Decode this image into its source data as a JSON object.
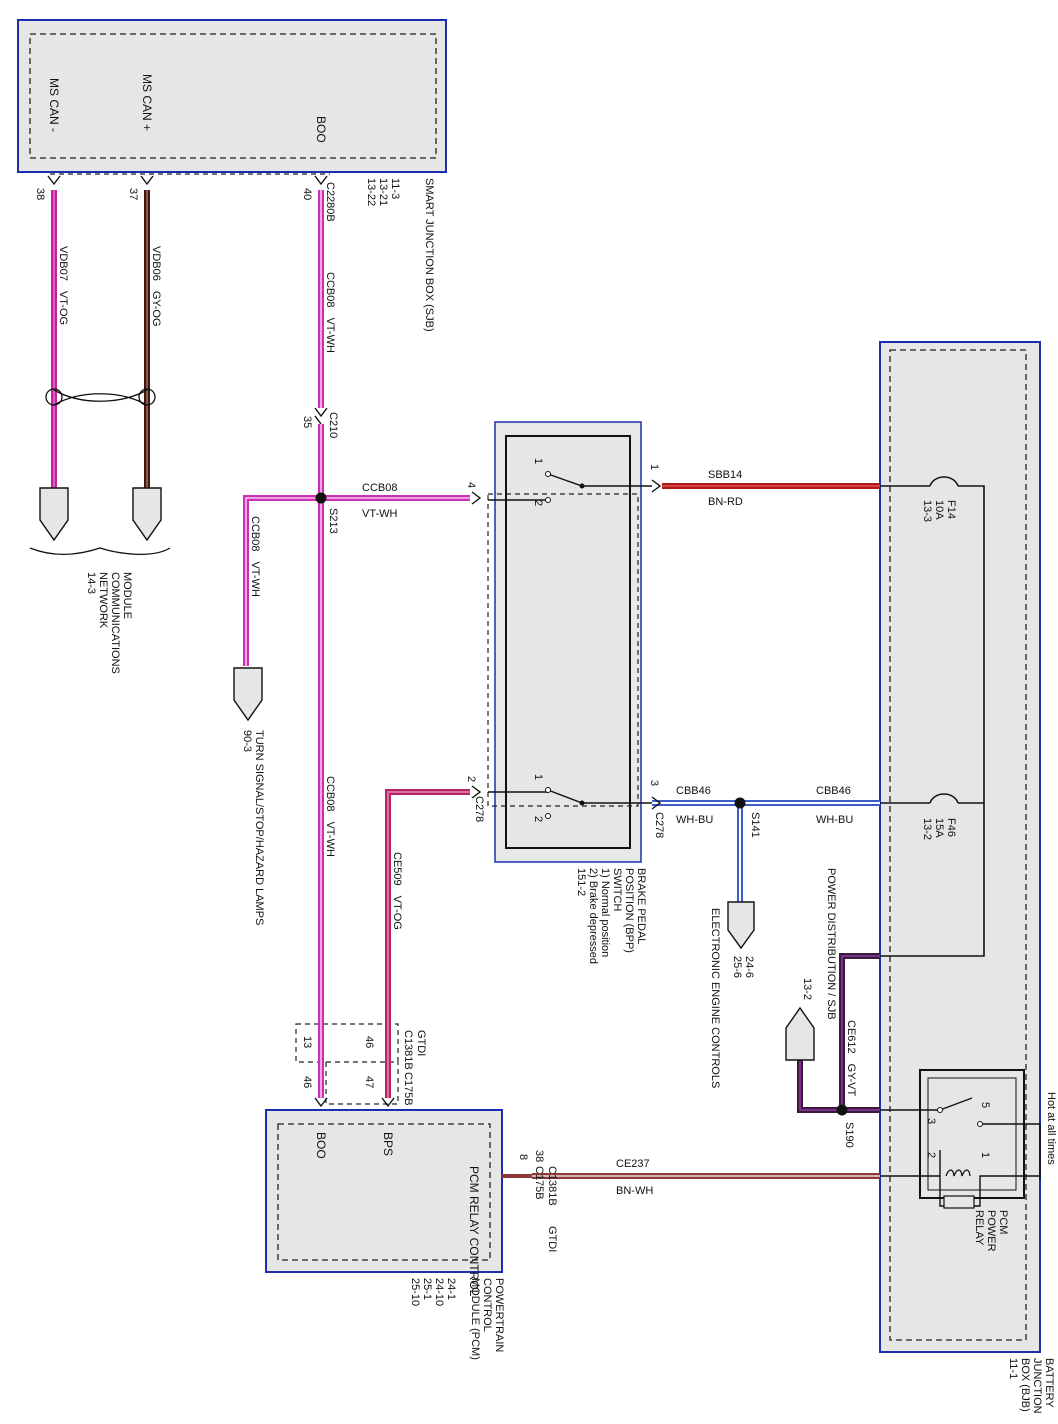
{
  "colors": {
    "module_fill": "#e6e6e6",
    "module_border": "#1a2fb0",
    "wire_vt_wh_main": "#cc2fb4",
    "wire_vt_og_main": "#c0249a",
    "wire_gy_og_main": "#3a1a14",
    "wire_bn_rd_main": "#b01818",
    "wire_wh_bu_main": "#3c5cc8",
    "wire_bn_wh_main": "#8a3a3a",
    "wire_gy_vt_main": "#3a1a3a",
    "wire_vt_og_ce509": "#b8246a"
  },
  "sjb": {
    "label": "SMART JUNCTION BOX (SJB)",
    "refs": [
      "11-3",
      "13-21",
      "13-22"
    ],
    "pins": {
      "ms_can_minus": "MS CAN -",
      "ms_can_plus": "MS CAN +",
      "boo": "BOO"
    },
    "connector": "C2280B"
  },
  "pin_numbers": {
    "p38": "38",
    "p37": "37",
    "p40": "40",
    "p35": "35",
    "p4": "4",
    "p2a": "2",
    "p1a": "1",
    "p3": "3",
    "p13": "13",
    "p46a": "46",
    "p46b": "46",
    "p47": "47",
    "p38b": "38",
    "p8": "8",
    "p1r": "1",
    "p2r": "2",
    "p3r": "3",
    "p5r": "5",
    "sw1a": "1",
    "sw2a": "2",
    "sw1b": "1",
    "sw2b": "2"
  },
  "wires": {
    "vdb07": {
      "circuit": "VDB07",
      "color": "VT-OG"
    },
    "vdb06": {
      "circuit": "VDB06",
      "color": "GY-OG"
    },
    "ccb08_top": {
      "circuit": "CCB08",
      "color": "VT-WH"
    },
    "ccb08_h": {
      "circuit": "CCB08",
      "color": "VT-WH"
    },
    "ccb08_turn": {
      "circuit": "CCB08",
      "color": "VT-WH"
    },
    "ccb08_bottom": {
      "circuit": "CCB08",
      "color": "VT-WH"
    },
    "ce509": {
      "circuit": "CE509",
      "color": "VT-OG"
    },
    "sbb14": {
      "circuit": "SBB14",
      "color": "BN-RD"
    },
    "cbb46_left": {
      "circuit": "CBB46",
      "color": "WH-BU"
    },
    "cbb46_right": {
      "circuit": "CBB46",
      "color": "WH-BU"
    },
    "ce612": {
      "circuit": "CE612",
      "color": "GY-VT"
    },
    "ce237": {
      "circuit": "CE237",
      "color": "BN-WH"
    }
  },
  "connectors": {
    "c210": "C210",
    "c278a": "C278",
    "c278b": "C278",
    "c1381b": "C1381B",
    "c175b": "C175B",
    "c1381b_b": "C1381B",
    "c175b_b": "C175B",
    "gtdi_a": "GTDI",
    "gtdi_b": "GTDI"
  },
  "splices": {
    "s213": "S213",
    "s141": "S141",
    "s190": "S190"
  },
  "mcn": {
    "lines": [
      "MODULE",
      "COMMUNICATIONS",
      "NETWORK",
      "14-3"
    ]
  },
  "turn": {
    "lines": [
      "TURN SIGNAL/STOP/HAZARD LAMPS",
      "90-3"
    ]
  },
  "bpp": {
    "lines": [
      "BRAKE PEDAL",
      "POSITION (BPP)",
      "SWITCH",
      "1) Normal position",
      "2) Brake depressed",
      "151-2"
    ]
  },
  "eec": {
    "lines": [
      "24-6",
      "25-6",
      "ELECTRONIC ENGINE CONTROLS"
    ]
  },
  "pdist": {
    "lines": [
      "POWER DISTRIBUTION / SJB",
      "13-2"
    ]
  },
  "pcm": {
    "lines": [
      "POWERTRAIN",
      "CONTROL",
      "MODULE (PCM)",
      "24-1",
      "24-10",
      "25-1",
      "25-10"
    ],
    "pins": {
      "boo": "BOO",
      "bps": "BPS",
      "relay_control": "PCM RELAY CONTROL"
    }
  },
  "bjb": {
    "lines": [
      "BATTERY",
      "JUNCTION",
      "BOX (BJB)",
      "11-1"
    ]
  },
  "fuses": {
    "f14": {
      "name": "F14",
      "amps": "10A",
      "ref": "13-3"
    },
    "f46": {
      "name": "F46",
      "amps": "15A",
      "ref": "13-2"
    }
  },
  "relay": {
    "lines": [
      "PCM",
      "POWER",
      "RELAY"
    ]
  },
  "hot": "Hot at all times"
}
